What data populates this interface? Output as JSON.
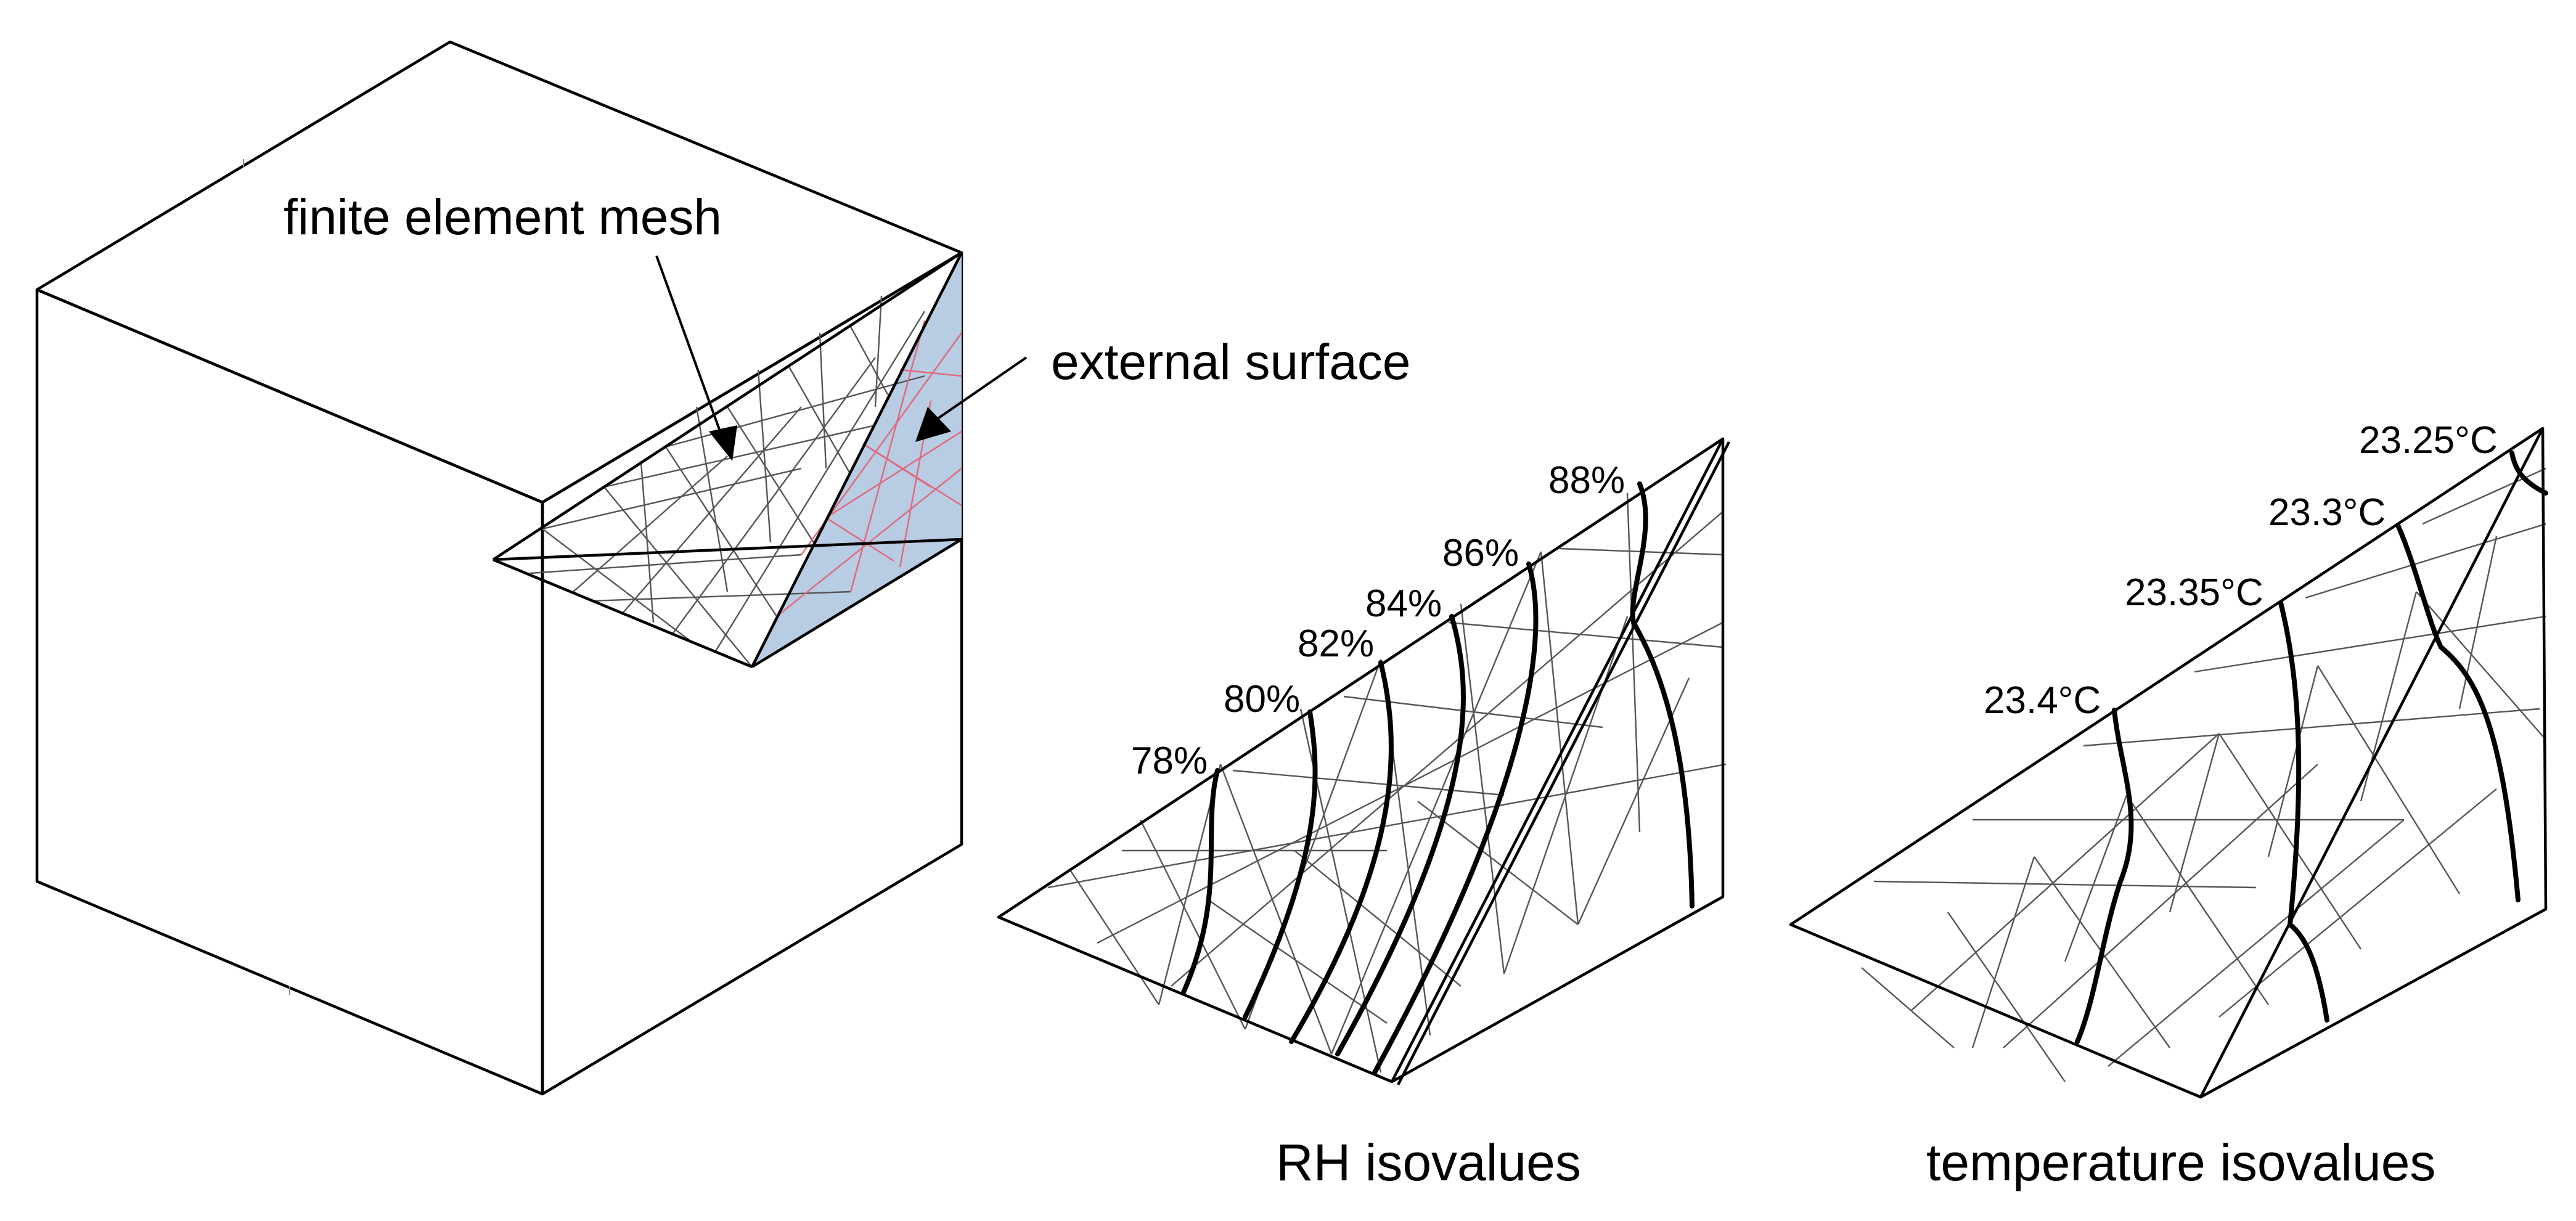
{
  "labels": {
    "mesh": "finite element mesh",
    "surface": "external surface"
  },
  "captions": {
    "rh": "RH isovalues",
    "temperature": "temperature isovalues"
  },
  "rh_isovalues": [
    "78%",
    "80%",
    "82%",
    "84%",
    "86%",
    "88%"
  ],
  "temperature_isovalues": [
    "23.4°C",
    "23.35°C",
    "23.3°C",
    "23.25°C"
  ],
  "colors": {
    "external_surface_fill": "#b8cce4",
    "surface_mesh": "#e0687a",
    "mesh": "#555555",
    "lines": "#000000",
    "background": "#ffffff"
  }
}
